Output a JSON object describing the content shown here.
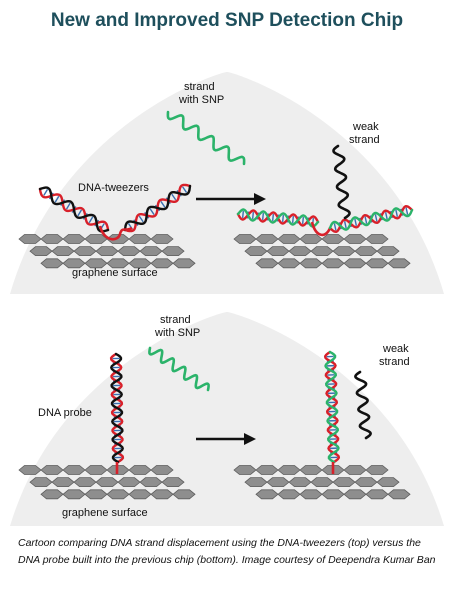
{
  "title": "New and Improved SNP Detection Chip",
  "top": {
    "strand_snp": [
      "strand",
      "with SNP"
    ],
    "weak_strand": [
      "weak",
      "strand"
    ],
    "tweezers_label": "DNA-tweezers",
    "surface_label": "graphene surface"
  },
  "bottom": {
    "strand_snp": [
      "strand",
      "with SNP"
    ],
    "weak_strand": [
      "weak",
      "strand"
    ],
    "probe_label": "DNA probe",
    "surface_label": "graphene surface"
  },
  "caption": "Cartoon comparing DNA strand displacement using the DNA-tweezers (top) versus the DNA probe built into the previous chip (bottom). Image courtesy of Deependra Kumar Ban",
  "colors": {
    "title": "#1e4f5c",
    "red": "#d8202a",
    "green": "#2bb36a",
    "black": "#111111",
    "blue": "#3a6fb0",
    "graphene": "#8e8e8e"
  }
}
